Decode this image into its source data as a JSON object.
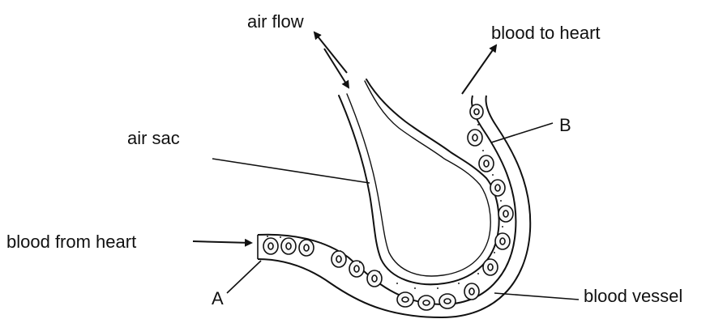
{
  "labels": {
    "air_flow": "air flow",
    "blood_to_heart": "blood to heart",
    "b": "B",
    "air_sac": "air sac",
    "blood_from_heart": "blood from heart",
    "a": "A",
    "blood_vessel": "blood vessel"
  },
  "colors": {
    "ink": "#111111",
    "background": "#ffffff",
    "cell_fill": "#f7f7f7"
  }
}
